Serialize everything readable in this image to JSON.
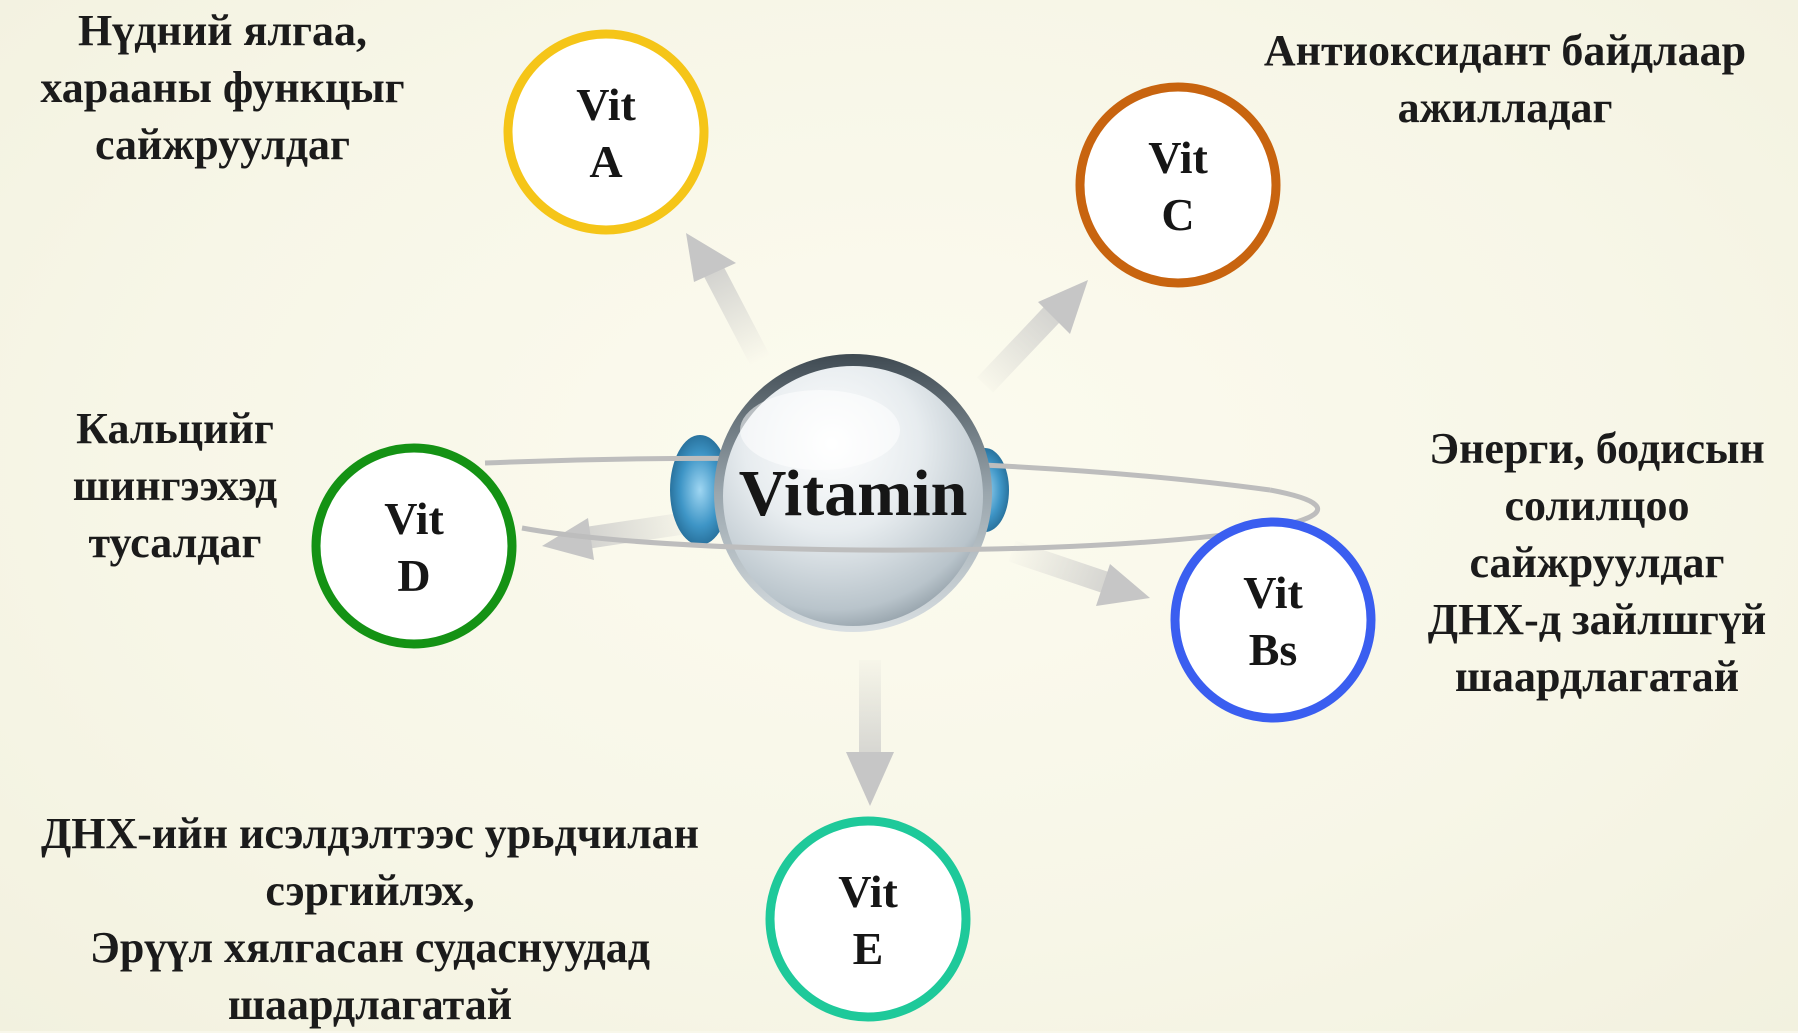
{
  "hub": {
    "label": "Vitamin"
  },
  "nodes": [
    {
      "id": "a",
      "line1": "Vit",
      "line2": "A",
      "color": "#f5c518"
    },
    {
      "id": "c",
      "line1": "Vit",
      "line2": "C",
      "color": "#c8640f"
    },
    {
      "id": "d",
      "line1": "Vit",
      "line2": "D",
      "color": "#149214"
    },
    {
      "id": "bs",
      "line1": "Vit",
      "line2": "Bs",
      "color": "#3a5ef0"
    },
    {
      "id": "e",
      "line1": "Vit",
      "line2": "E",
      "color": "#1ec99a"
    }
  ],
  "descriptions": {
    "a": [
      "Нүдний ялгаа,",
      "харааны функцыг",
      "сайжруулдаг"
    ],
    "c": [
      "Антиоксидант байдлаар",
      "ажилладаг"
    ],
    "d": [
      "Кальцийг",
      "шингээхэд",
      "тусалдаг"
    ],
    "bs": [
      "Энерги, бодисын",
      "солилцоо",
      "сайжруулдаг",
      "ДНХ-д зайлшгүй",
      "шаардлагатай"
    ],
    "e": [
      "ДНХ-ийн исэлдэлтээс урьдчилан",
      "сэргийлэх,",
      "Эрүүл хялгасан судаснуудад",
      "шаардлагатай"
    ]
  },
  "colors": {
    "background": "#f8f7ea",
    "arrow": "#c6c6c6",
    "ring": "#bdbdbd",
    "hub_accent": "#2f86b8"
  }
}
